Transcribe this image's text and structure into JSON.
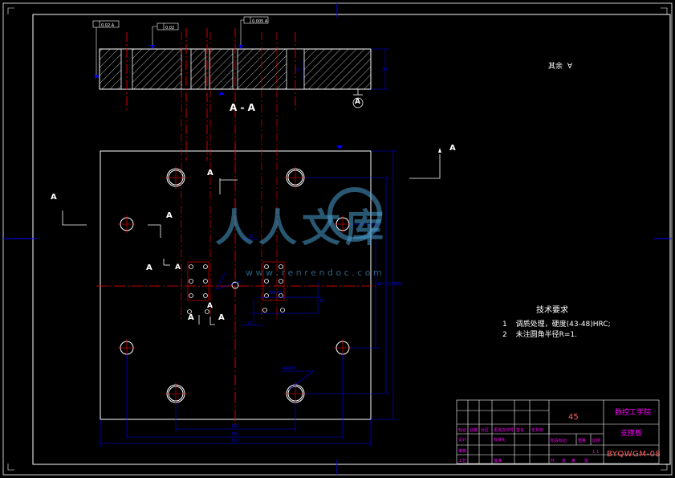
{
  "section": {
    "title": "A - A",
    "marker": "A"
  },
  "section_cut_labels": [
    "A",
    "A",
    "A",
    "A",
    "A",
    "A",
    "A",
    "A"
  ],
  "roughness_note": {
    "prefix": "其余",
    "symbol": "∀"
  },
  "datum_label": "A",
  "tech_requirements": {
    "heading": "技术要求",
    "items": [
      {
        "num": "1",
        "text": "调质处理，硬度(43-48)HRC;"
      },
      {
        "num": "2",
        "text": "未注圆角半径R=1."
      }
    ]
  },
  "title_block": {
    "material": "45",
    "company": "数控工学院",
    "part_name": "支撑板",
    "drawing_number": "BYQWGM-08"
  },
  "watermark": {
    "text": "人人文库",
    "url": "w w w . r e n r e n d o c . c o m"
  },
  "colors": {
    "background": "#000000",
    "outline": "#ffffff",
    "dimension": "#0000ff",
    "centerline": "#ff0000",
    "title_text": "#ff00ff",
    "accent_text": "#ff6060",
    "hatch": "#ffffff",
    "watermark": "#4a9fd0"
  }
}
